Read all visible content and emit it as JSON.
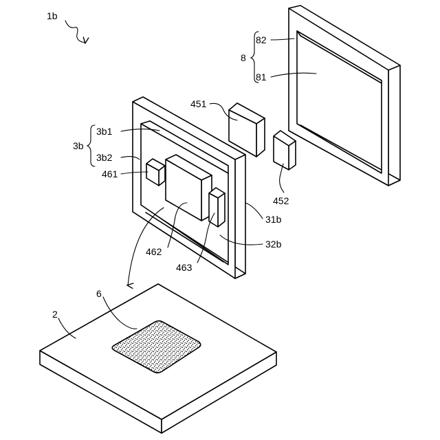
{
  "labels": {
    "device": "1b",
    "assembly_8": "8",
    "frame_82": "82",
    "panel_81": "81",
    "part_451": "451",
    "part_452": "452",
    "assembly_3b": "3b",
    "part_3b1": "3b1",
    "part_3b2": "3b2",
    "part_461": "461",
    "part_462": "462",
    "part_463": "463",
    "part_31b": "31b",
    "part_32b": "32b",
    "substrate_2": "2",
    "area_6": "6"
  }
}
